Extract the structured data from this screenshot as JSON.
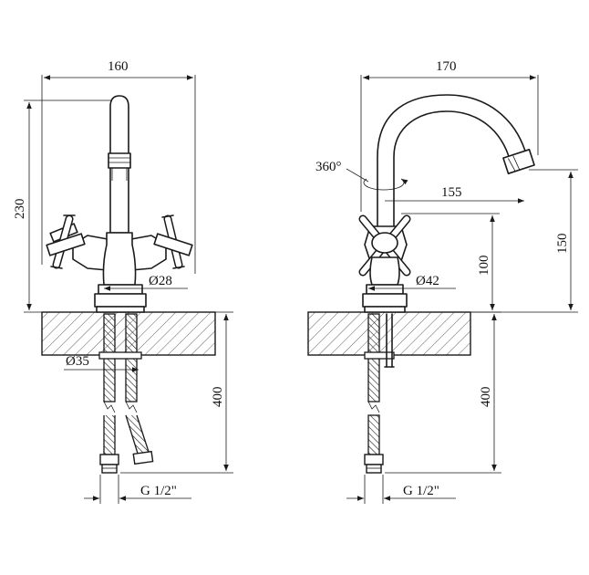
{
  "front_view": {
    "width_dim": "160",
    "height_dim": "230",
    "body_dia": "Ø28",
    "base_dia": "Ø35",
    "hose_length": "400",
    "thread": "G 1/2\""
  },
  "side_view": {
    "width_dim": "170",
    "rotation": "360°",
    "reach_dim": "155",
    "spout_height": "150",
    "handle_height": "100",
    "body_dia": "Ø42",
    "hose_length": "400",
    "thread": "G 1/2\""
  }
}
